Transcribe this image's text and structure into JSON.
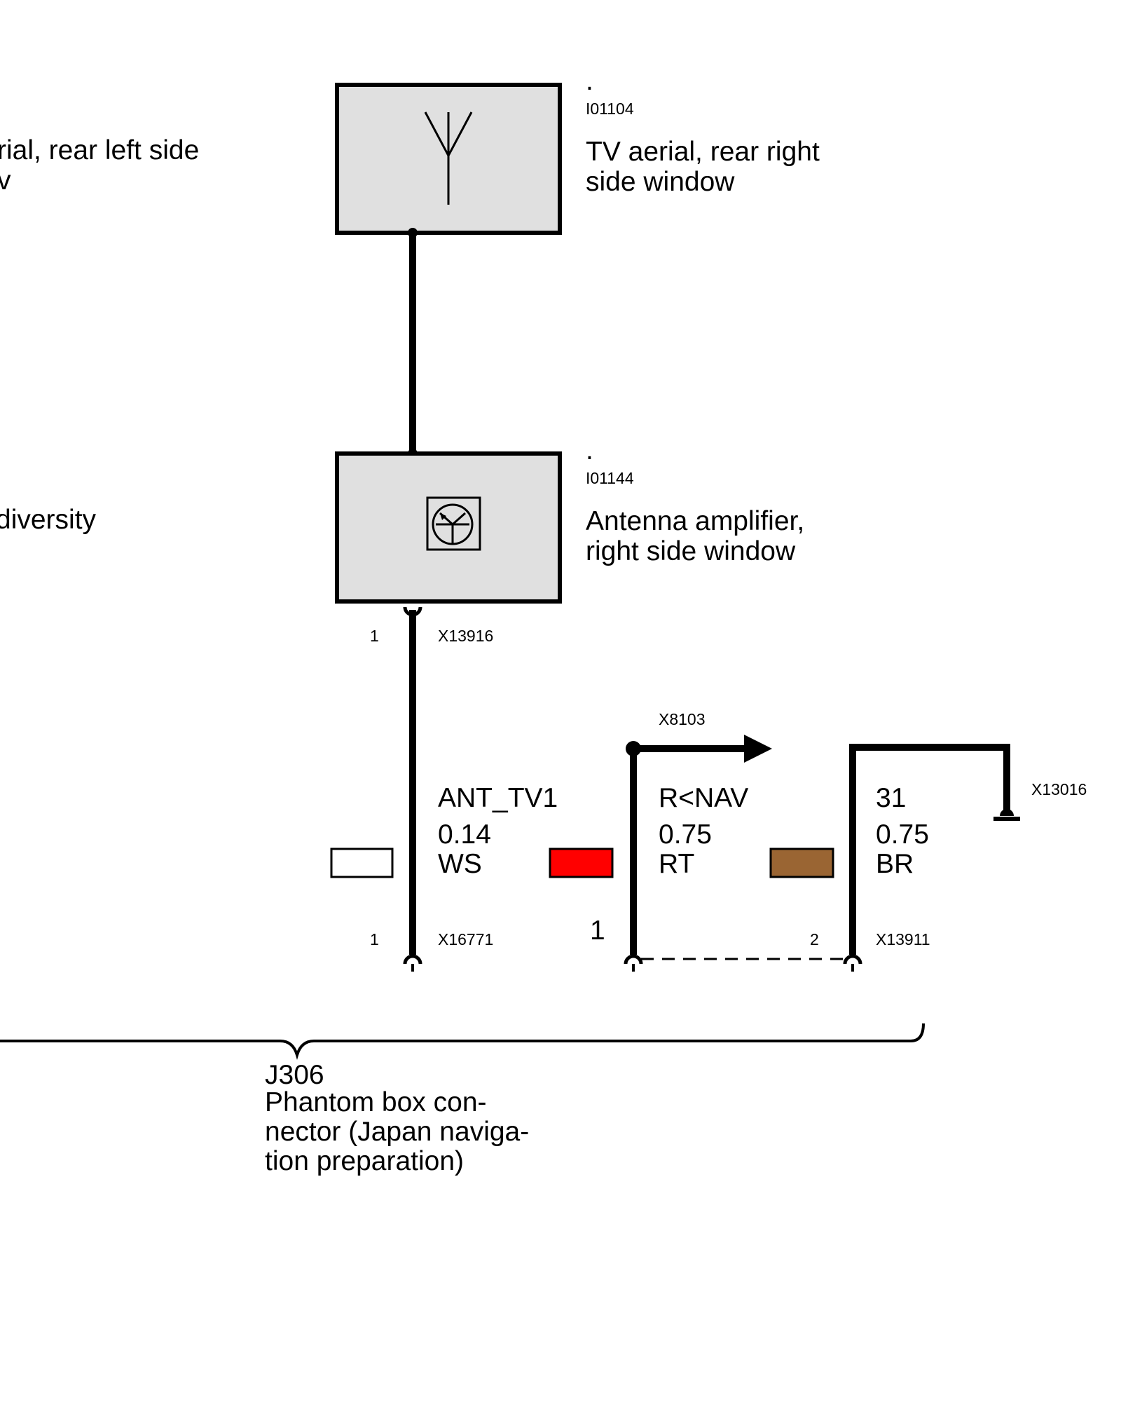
{
  "components": {
    "tv_aerial_left": {
      "label_line1": "rial, rear left side",
      "label_line2": "v"
    },
    "tv_aerial_right": {
      "dot": ".",
      "id": "I01104",
      "label_line1": "TV aerial, rear right",
      "label_line2": "side window"
    },
    "diversity": {
      "label": "diversity"
    },
    "antenna_amplifier": {
      "dot": ".",
      "id": "I01144",
      "label_line1": "Antenna amplifier,",
      "label_line2": "right side window"
    }
  },
  "connectors": {
    "amp_out": {
      "pin": "1",
      "id": "X13916"
    },
    "x8103": {
      "id": "X8103"
    },
    "x13016": {
      "id": "X13016"
    },
    "x16771": {
      "pin": "1",
      "id": "X16771"
    },
    "x13911": {
      "pin_left": "1",
      "pin_right": "2",
      "id": "X13911"
    }
  },
  "wires": [
    {
      "signal": "ANT_TV1",
      "size": "0.14",
      "color_code": "WS",
      "color_hex": "#ffffff"
    },
    {
      "signal": "R<NAV",
      "size": "0.75",
      "color_code": "RT",
      "color_hex": "#ff0000"
    },
    {
      "signal": "31",
      "size": "0.75",
      "color_code": "BR",
      "color_hex": "#9a6533"
    }
  ],
  "phantom_box": {
    "id": "J306",
    "label_line1": "Phantom box con-",
    "label_line2": "nector (Japan naviga-",
    "label_line3": "tion preparation)"
  }
}
